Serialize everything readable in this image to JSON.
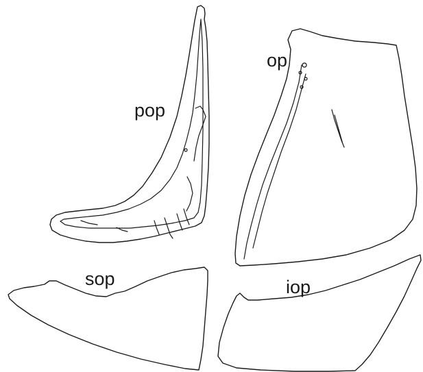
{
  "labels": {
    "preopercle": "pop",
    "opercle": "op",
    "subopercle": "sop",
    "interopercle": "iop"
  },
  "colors": {
    "line": "#1a1a1a",
    "background": "#ffffff"
  }
}
